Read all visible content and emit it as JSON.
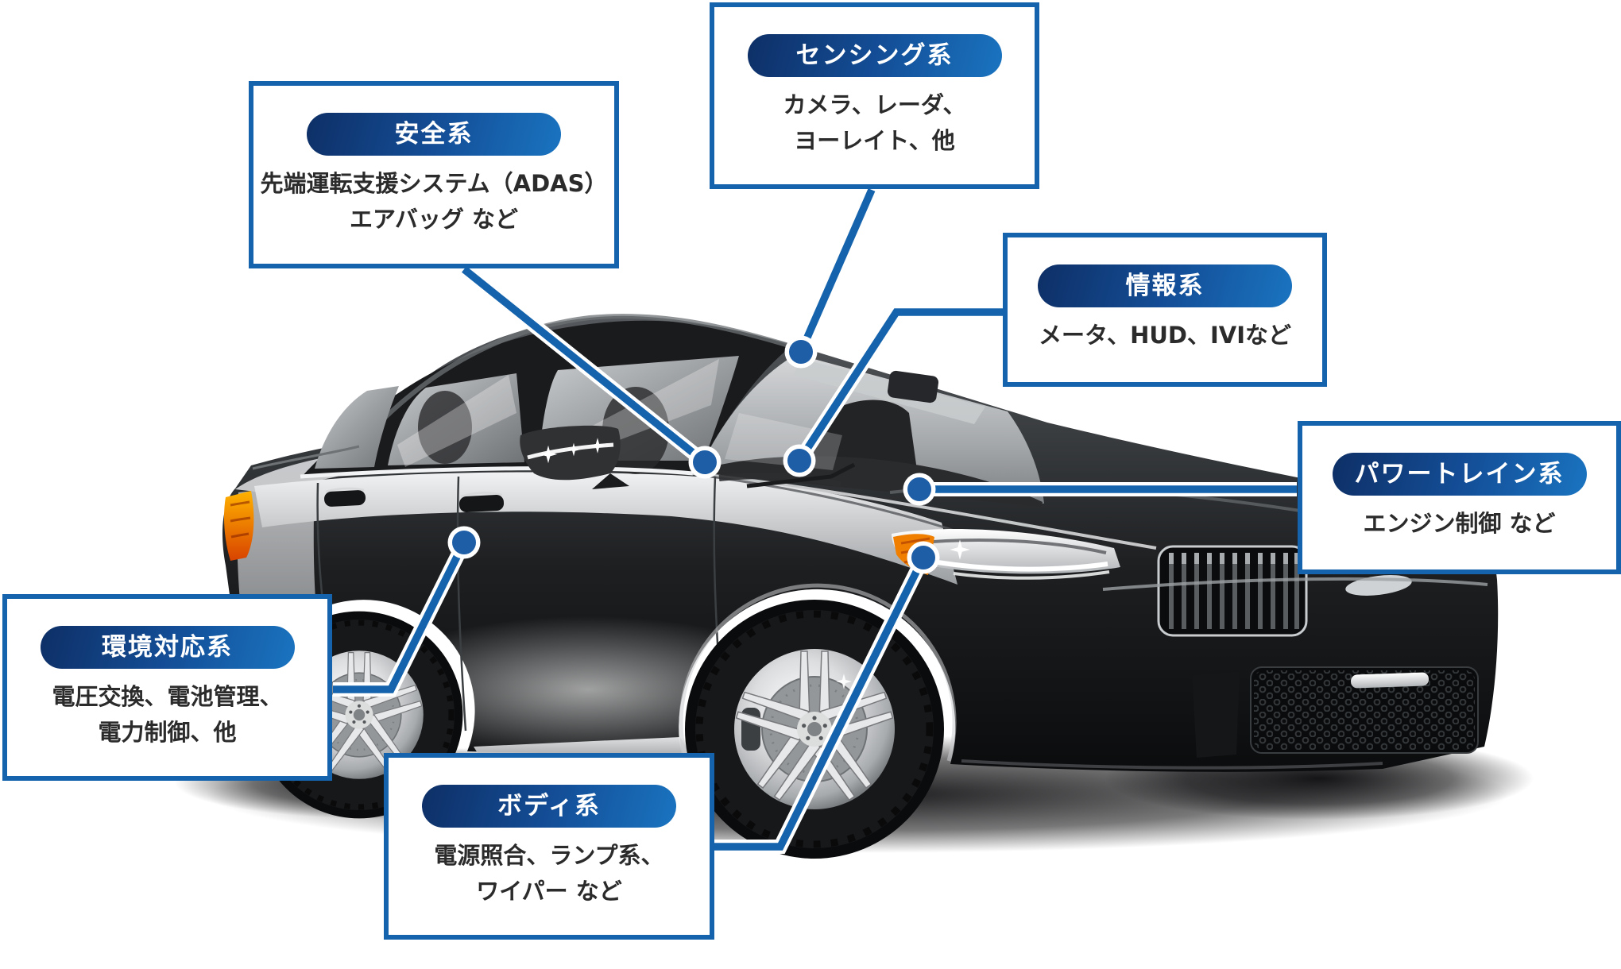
{
  "figure": {
    "subject": "automotive-ecu-systems-diagram",
    "illustration": "dark-gray-sedan-front-three-quarter-view"
  },
  "colors": {
    "accent_blue": "#1463ac",
    "pill_gradient_left": "#0e2f66",
    "pill_gradient_right": "#1a74c0",
    "dot_fill": "#1d5ea6",
    "text_color": "#2b2b2b",
    "background": "#ffffff",
    "car_body_dark": "#1d1f21",
    "car_silver": "#d9dadb",
    "tail_lamp_orange": "#f07f00"
  },
  "callouts": {
    "sensing": {
      "title": "センシング系",
      "lines": [
        "カメラ、レーダ、",
        "ヨーレイト、他"
      ]
    },
    "safety": {
      "title": "安全系",
      "lines": [
        "先端運転支援システム（ADAS）",
        "エアバッグ など"
      ]
    },
    "info": {
      "title": "情報系",
      "lines": [
        "メータ、HUD、IVIなど"
      ]
    },
    "powertrain": {
      "title": "パワートレイン系",
      "lines": [
        "エンジン制御 など"
      ]
    },
    "environment": {
      "title": "環境対応系",
      "lines": [
        "電圧交換、電池管理、",
        "電力制御、他"
      ]
    },
    "body": {
      "title": "ボディ系",
      "lines": [
        "電源照合、ランプ系、",
        "ワイパー など"
      ]
    }
  }
}
